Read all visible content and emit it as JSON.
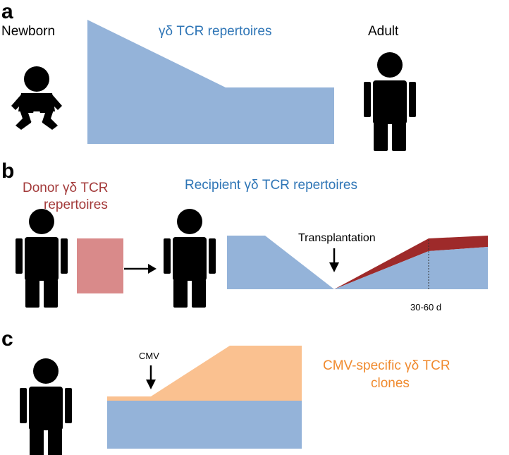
{
  "panels": {
    "a": {
      "letter": "a",
      "newborn_label": "Newborn",
      "adult_label": "Adult",
      "repertoire_label": "γδ TCR repertoires"
    },
    "b": {
      "letter": "b",
      "donor_label_line1": "Donor γδ TCR",
      "donor_label_line2": "repertoires",
      "recipient_label": "Recipient γδ TCR repertoires",
      "transplantation_label": "Transplantation",
      "time_label": "30-60 d"
    },
    "c": {
      "letter": "c",
      "cmv_label": "CMV",
      "clones_label_line1": "CMV-specific γδ TCR",
      "clones_label_line2": "clones"
    }
  },
  "colors": {
    "blue_area": "#94b3d9",
    "dark_red_area": "#9e2a2a",
    "pink_box": "#d98a8a",
    "orange_area": "#fac190",
    "blue_text": "#2e75b6",
    "red_text": "#a33a3a",
    "orange_text": "#f08a2e"
  },
  "icons": [
    "baby-icon",
    "adult-person-icon",
    "down-arrow-icon",
    "right-arrow-icon"
  ]
}
